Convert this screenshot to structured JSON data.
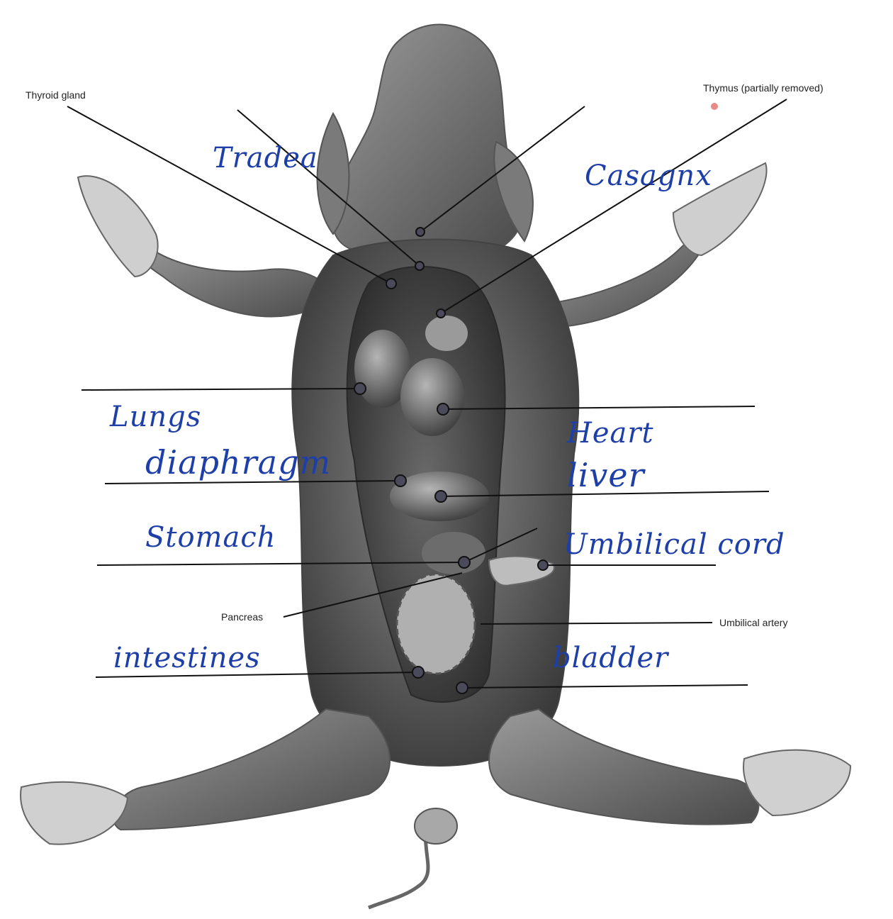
{
  "printed_labels": {
    "thyroid": "Thyroid gland",
    "thymus": "Thymus (partially removed)",
    "pancreas": "Pancreas",
    "umbilical_artery": "Umbilical artery"
  },
  "handwritten_labels": {
    "trachea": "Tradea",
    "larynx": "Casagnx",
    "lungs": "Lungs",
    "diaphragm": "diaphragm",
    "heart": "Heart",
    "liver": "liver",
    "stomach": "Stomach",
    "umbilical_cord": "Umbilical cord",
    "intestines": "intestines",
    "bladder": "bladder"
  },
  "colors": {
    "ink_blue": "#1f3fa8",
    "leader_line": "#111111",
    "pin": "#4a4a5a",
    "body_shade": "#6e6e6e"
  }
}
